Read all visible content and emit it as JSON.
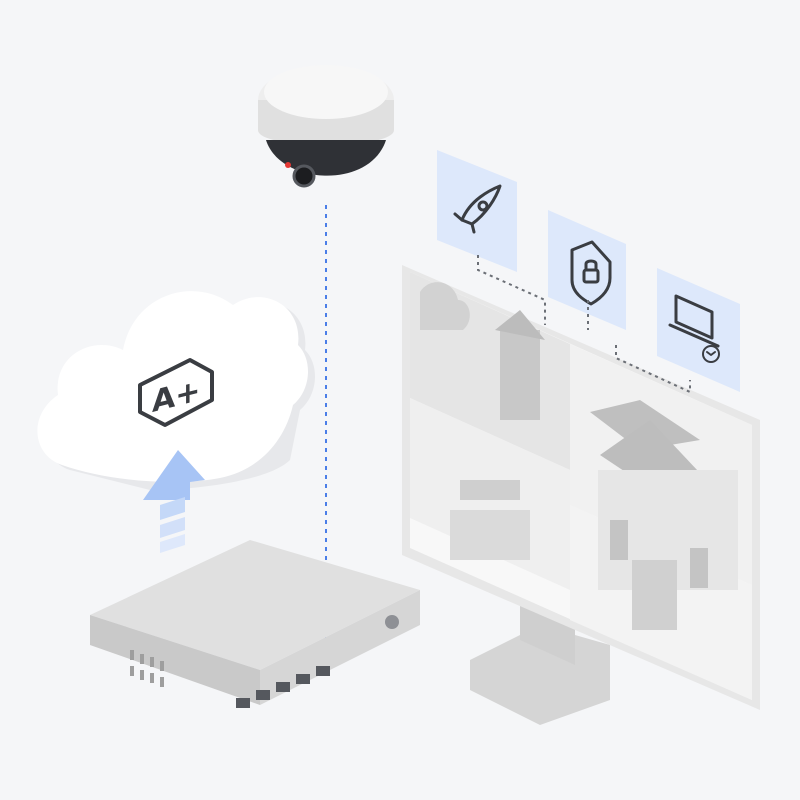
{
  "scene": {
    "background": "#f5f6f8"
  },
  "cloud": {
    "badge_text": "A+",
    "badge_icon": "a-plus-rating-badge-icon",
    "upload_icon": "upload-arrow-icon",
    "color": "#ffffff"
  },
  "camera": {
    "icon": "dome-security-camera",
    "indicator_color": "#e53935"
  },
  "network": {
    "device": "poe-network-switch",
    "port_count": 5,
    "link_color": "#4a7ee8"
  },
  "monitor": {
    "panels": [
      "camera-view-house-left",
      "camera-view-garden",
      "camera-view-storefront",
      "camera-view-mansion"
    ]
  },
  "features": [
    {
      "icon": "rocket-icon"
    },
    {
      "icon": "shield-lock-icon"
    },
    {
      "icon": "laptop-refresh-icon"
    }
  ],
  "colors": {
    "tile_bg": "#dde8fb",
    "icon_stroke": "#3a3d42",
    "connector": "#6b6f76",
    "upload_arrow": "#a7c4f5"
  }
}
